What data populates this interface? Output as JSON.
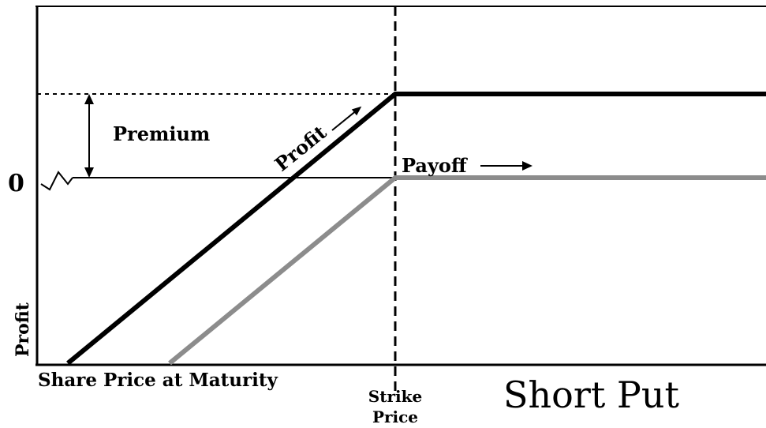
{
  "title": "Short Put",
  "labels": {
    "zero": "0",
    "premium": "Premium",
    "profit_line": "Profit",
    "payoff_line": "Payoff",
    "y_axis": "Profit",
    "x_axis": "Share Price at Maturity",
    "strike_line1": "Strike",
    "strike_line2": "Price"
  },
  "colors": {
    "profit": "#000000",
    "payoff": "#8c8c8c",
    "axis": "#000000"
  }
}
